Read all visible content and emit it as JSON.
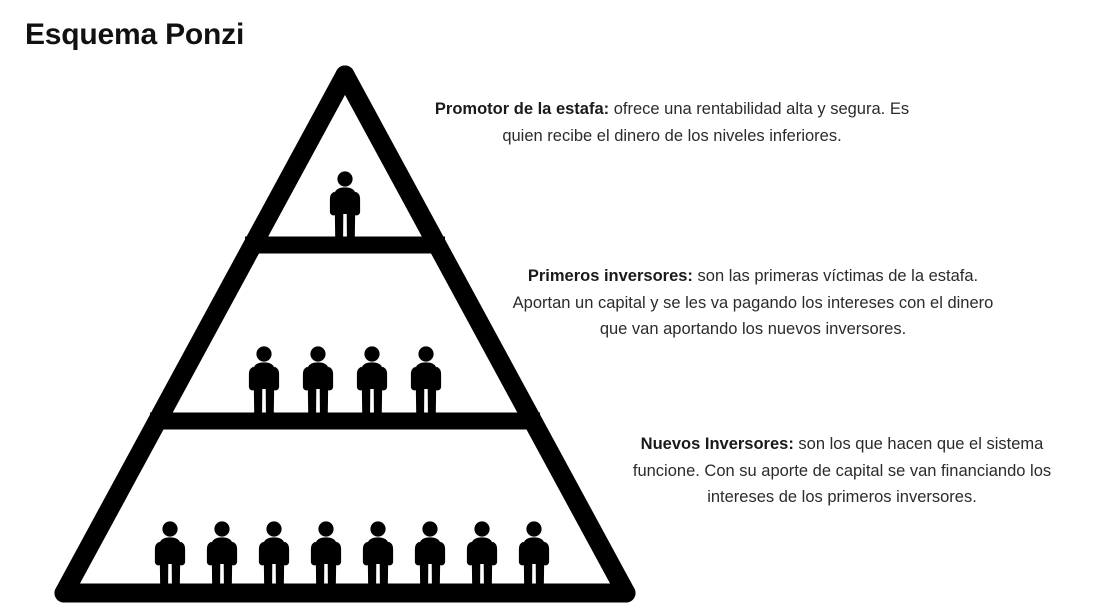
{
  "title": "Esquema Ponzi",
  "theme": {
    "background": "#ffffff",
    "pyramid_color": "#000000",
    "title_color": "#111111",
    "body_text_color": "#2b2b2b",
    "lead_text_color": "#1a1a1a"
  },
  "diagram": {
    "type": "pyramid",
    "tier_count": 3,
    "tiers": [
      {
        "id": "top",
        "name": "promoter",
        "figure_count": 1,
        "figure_icon": "person-icon"
      },
      {
        "id": "middle",
        "name": "first-investors",
        "figure_count": 4,
        "figure_icon": "person-icon"
      },
      {
        "id": "bottom",
        "name": "new-investors",
        "figure_count": 8,
        "figure_icon": "person-icon"
      }
    ]
  },
  "annotations": {
    "promoter": {
      "lead": "Promotor de la estafa:",
      "body": " ofrece una rentabilidad alta y segura. Es quien recibe el dinero de los niveles inferiores."
    },
    "first_investors": {
      "lead": "Primeros inversores:",
      "body": " son las primeras víctimas de la estafa. Aportan un capital y se les va pagando los intereses con el dinero que van aportando los nuevos inversores."
    },
    "new_investors": {
      "lead": "Nuevos Inversores:",
      "body": " son los que hacen que el sistema funcione. Con su aporte de capital se van financiando los intereses de los primeros inversores."
    }
  }
}
